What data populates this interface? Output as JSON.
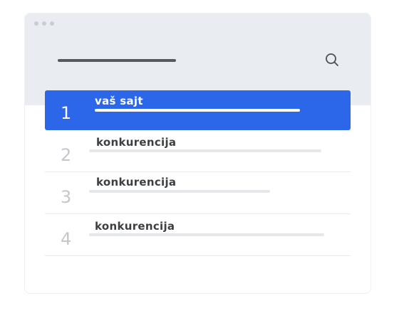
{
  "window": {
    "accent_color": "#2b67e8",
    "titlebar_color": "#e9ecf1"
  },
  "toolbar": {
    "search_icon": "search-icon"
  },
  "results": [
    {
      "rank": "1",
      "title": "vaš sajt",
      "highlighted": true
    },
    {
      "rank": "2",
      "title": "konkurencija",
      "highlighted": false
    },
    {
      "rank": "3",
      "title": "konkurencija",
      "highlighted": false
    },
    {
      "rank": "4",
      "title": "konkurencija",
      "highlighted": false
    }
  ]
}
